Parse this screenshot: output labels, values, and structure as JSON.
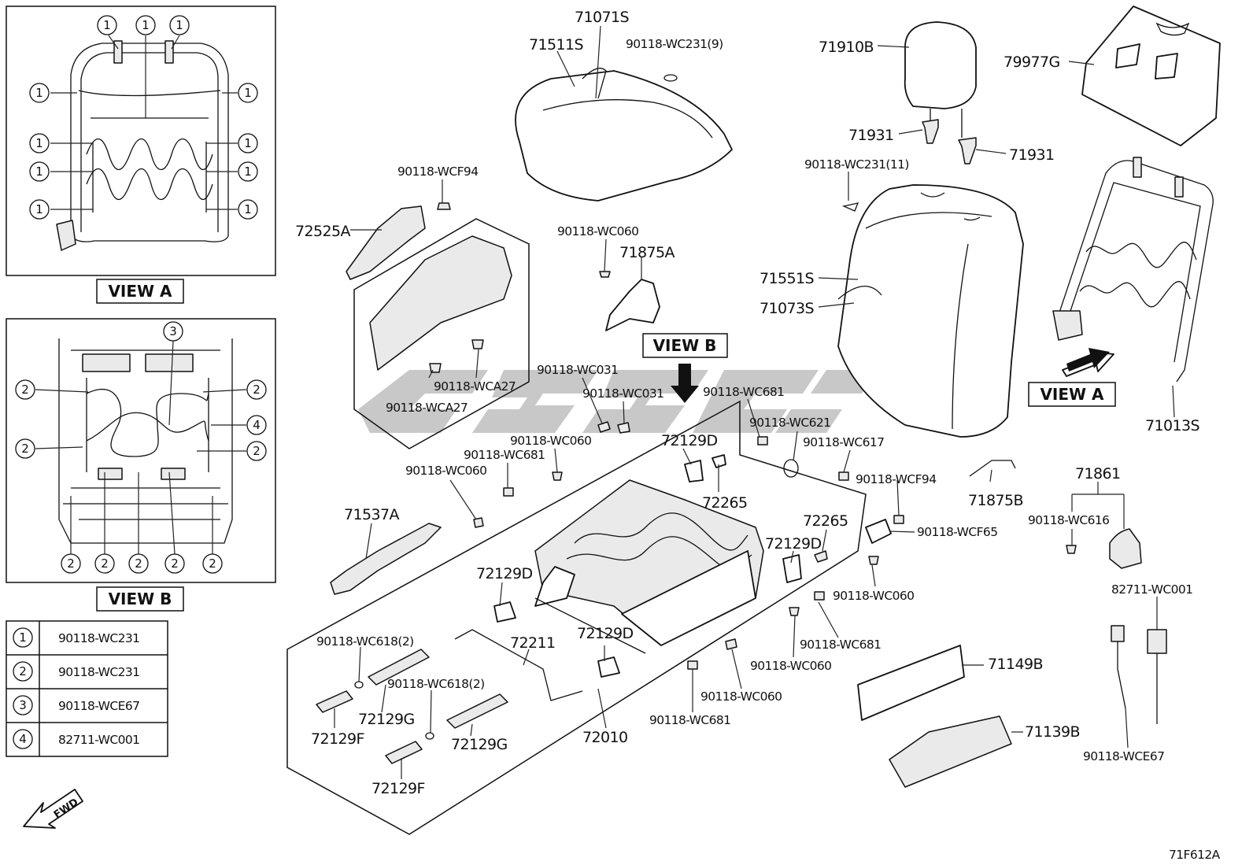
{
  "diagram_code": "71F612A",
  "view_a_caption": "VIEW A",
  "view_b_caption": "VIEW B",
  "view_b_pointer": "VIEW B",
  "view_a_pointer": "VIEW A",
  "fwd_label": "FWD",
  "legend": [
    {
      "num": "1",
      "part": "90118-WC231"
    },
    {
      "num": "2",
      "part": "90118-WC231"
    },
    {
      "num": "3",
      "part": "90118-WCE67"
    },
    {
      "num": "4",
      "part": "82711-WC001"
    }
  ],
  "view_a_markers": [
    "1",
    "1",
    "1",
    "1",
    "1",
    "1",
    "1",
    "1",
    "1",
    "1",
    "1"
  ],
  "view_b_markers": [
    "3",
    "2",
    "2",
    "4",
    "2",
    "2",
    "2",
    "2",
    "2",
    "2",
    "2"
  ],
  "labels": {
    "p71071S": "71071S",
    "p71511S": "71511S",
    "p90118_WC231_9": "90118-WC231(9)",
    "p71910B": "71910B",
    "p79977G": "79977G",
    "p71931_a": "71931",
    "p71931_b": "71931",
    "p90118_WC231_11": "90118-WC231(11)",
    "p90118_WCF94_a": "90118-WCF94",
    "p72525A": "72525A",
    "p90118_WC060_a": "90118-WC060",
    "p71875A": "71875A",
    "p71551S": "71551S",
    "p71073S": "71073S",
    "p90118_WCA27_a": "90118-WCA27",
    "p90118_WCA27_b": "90118-WCA27",
    "p90118_WC031_a": "90118-WC031",
    "p90118_WC031_b": "90118-WC031",
    "p90118_WC681_a": "90118-WC681",
    "p90118_WC621": "90118-WC621",
    "p90118_WC617": "90118-WC617",
    "p72129D_a": "72129D",
    "p90118_WC060_b": "90118-WC060",
    "p90118_WC681_b": "90118-WC681",
    "p90118_WC060_c": "90118-WC060",
    "p72265_a": "72265",
    "p90118_WCF94_b": "90118-WCF94",
    "p71875B": "71875B",
    "p71861": "71861",
    "p90118_WC616": "90118-WC616",
    "p72265_b": "72265",
    "p90118_WCF65": "90118-WCF65",
    "p71537A": "71537A",
    "p72129D_b": "72129D",
    "p72129D_c": "72129D",
    "p90118_WC060_d": "90118-WC060",
    "p72211": "72211",
    "p72129D_d": "72129D",
    "p90118_WC681_c": "90118-WC681",
    "p90118_WC060_e": "90118-WC060",
    "p90118_WC618_a": "90118-WC618(2)",
    "p90118_WC618_b": "90118-WC618(2)",
    "p72129G_a": "72129G",
    "p72129G_b": "72129G",
    "p72129F_a": "72129F",
    "p72129F_b": "72129F",
    "p72010": "72010",
    "p90118_WC060_f": "90118-WC060",
    "p90118_WC681_d": "90118-WC681",
    "p71149B": "71149B",
    "p71139B": "71139B",
    "p82711_WC001": "82711-WC001",
    "p90118_WCE67": "90118-WCE67",
    "p71013S": "71013S"
  }
}
